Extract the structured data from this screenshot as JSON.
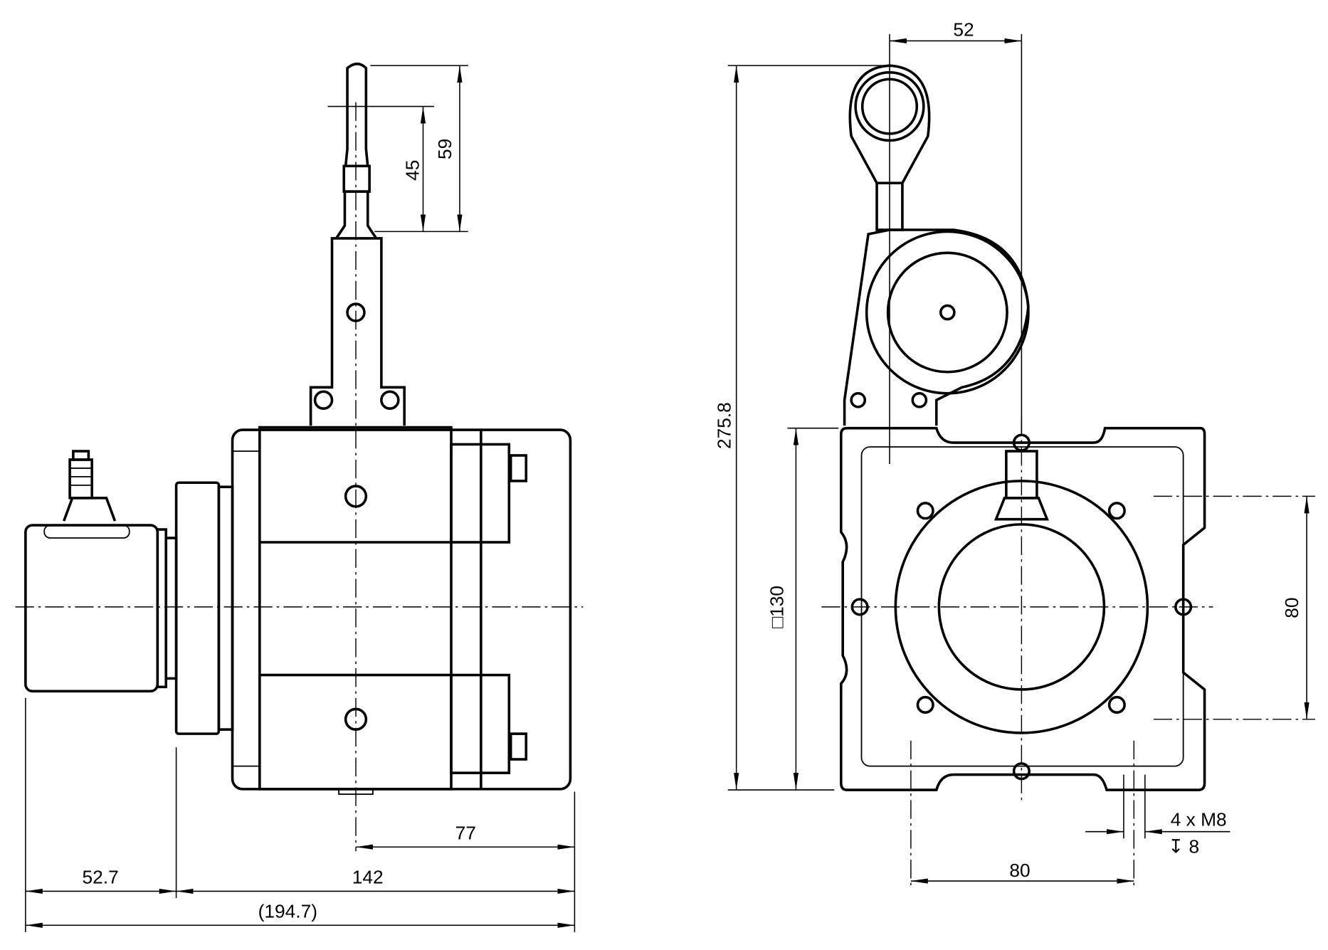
{
  "drawing": {
    "title": "Draw-wire encoder dimensional drawing",
    "side_view": {
      "dims": {
        "encoder_length": "52.7",
        "body_length": "142",
        "total_length": "(194.7)",
        "axis_to_rear": "77",
        "wire_exit_45": "45",
        "wire_exit_59": "59"
      }
    },
    "front_view": {
      "dims": {
        "total_height": "275.8",
        "square": "□130",
        "wire_offset": "52",
        "hole_spacing_vertical": "80",
        "hole_spacing_horizontal": "80",
        "thread": "4 x M8",
        "thread_depth": "↧ 8"
      }
    }
  }
}
